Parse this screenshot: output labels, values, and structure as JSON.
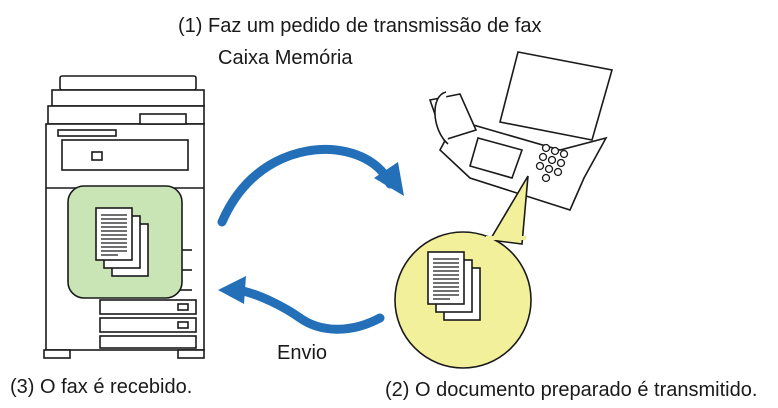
{
  "labels": {
    "request": "(1) Faz um pedido de transmissão de fax",
    "box": "Caixa Memória",
    "send": "Envio",
    "received": "(3) O fax é recebido.",
    "transmitted": "(2) O documento preparado é transmitido."
  },
  "colors": {
    "arrow": "#2470b8",
    "green_fill": "#c9e5b5",
    "yellow_fill": "#f2f09a",
    "line": "#1a1a1a"
  }
}
